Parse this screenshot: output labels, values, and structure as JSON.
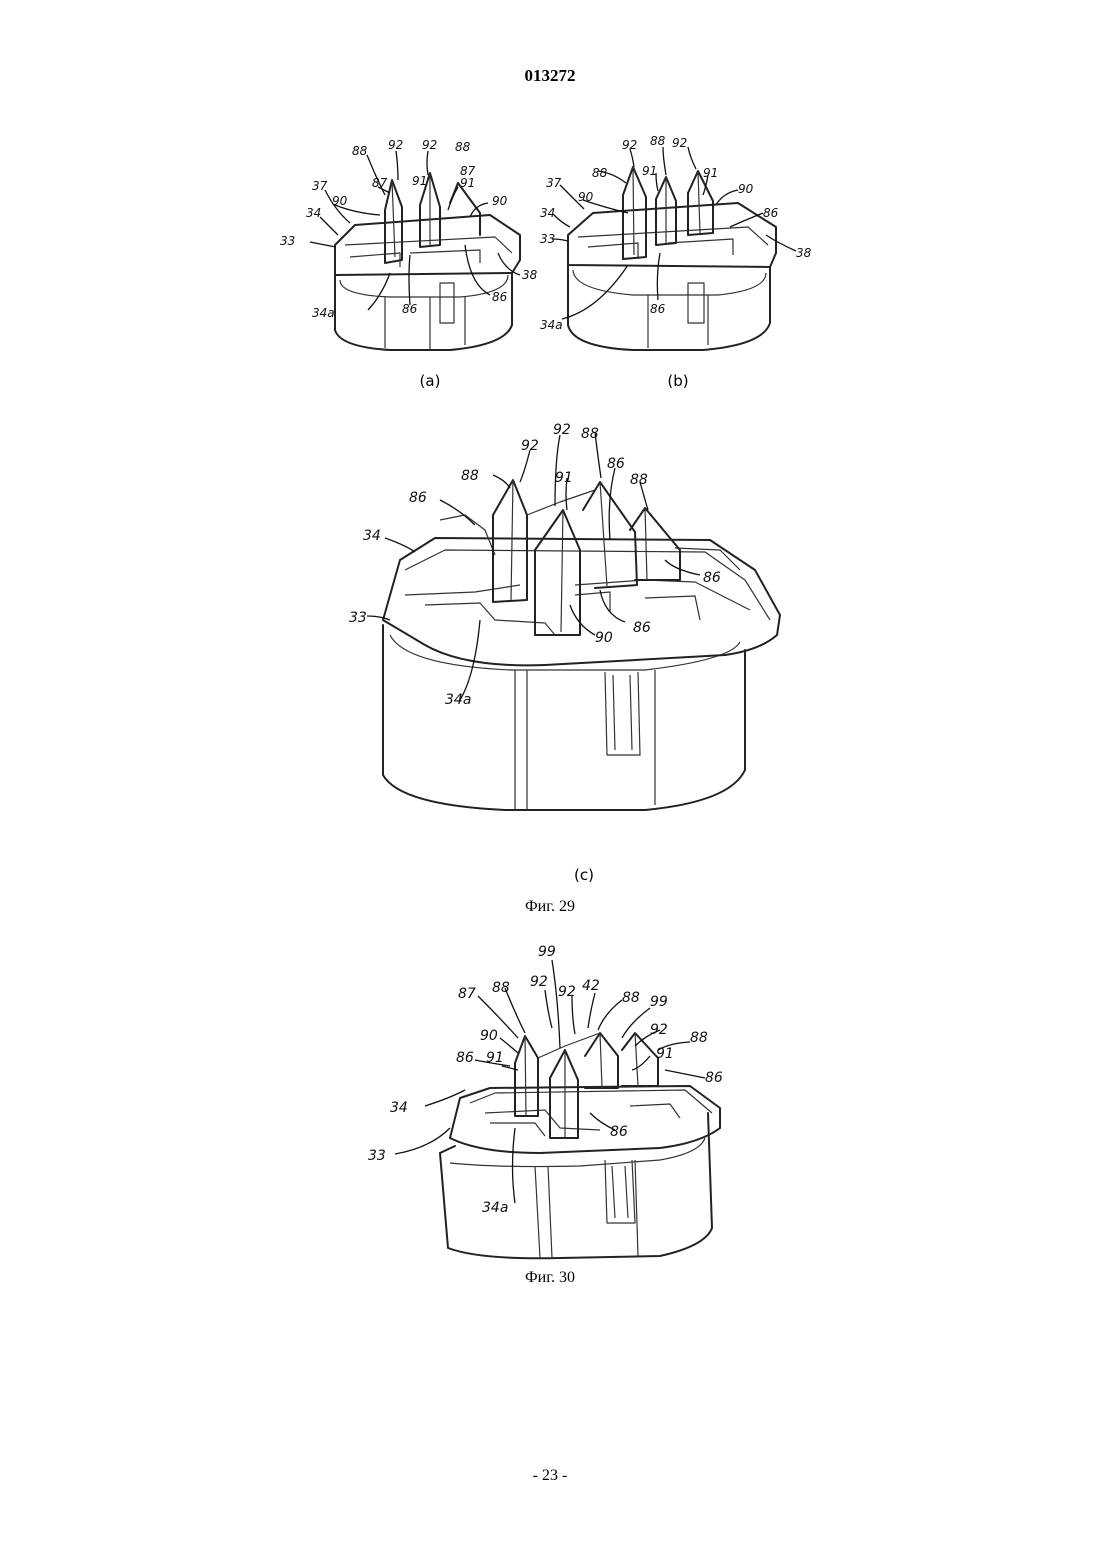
{
  "header": {
    "doc_number": "013272"
  },
  "figure29": {
    "caption": "Фиг. 29",
    "subfigures": [
      {
        "label": "(a)",
        "refs": [
          "88",
          "92",
          "92",
          "88",
          "87",
          "37",
          "87",
          "91",
          "90",
          "90",
          "34",
          "33",
          "86",
          "38",
          "86",
          "34a"
        ]
      },
      {
        "label": "(b)",
        "refs": [
          "92",
          "88",
          "92",
          "88",
          "91",
          "91",
          "37",
          "90",
          "90",
          "34",
          "86",
          "33",
          "38",
          "86",
          "34a"
        ]
      },
      {
        "label": "(c)",
        "refs": [
          "92",
          "92",
          "88",
          "88",
          "91",
          "86",
          "88",
          "86",
          "34",
          "86",
          "33",
          "90",
          "86",
          "34a"
        ]
      }
    ]
  },
  "figure30": {
    "caption": "Фиг. 30",
    "refs": [
      "99",
      "87",
      "88",
      "92",
      "92",
      "42",
      "88",
      "99",
      "90",
      "92",
      "88",
      "86",
      "91",
      "91",
      "86",
      "34",
      "86",
      "33",
      "34a"
    ]
  },
  "footer": {
    "page_number": "- 23 -"
  }
}
